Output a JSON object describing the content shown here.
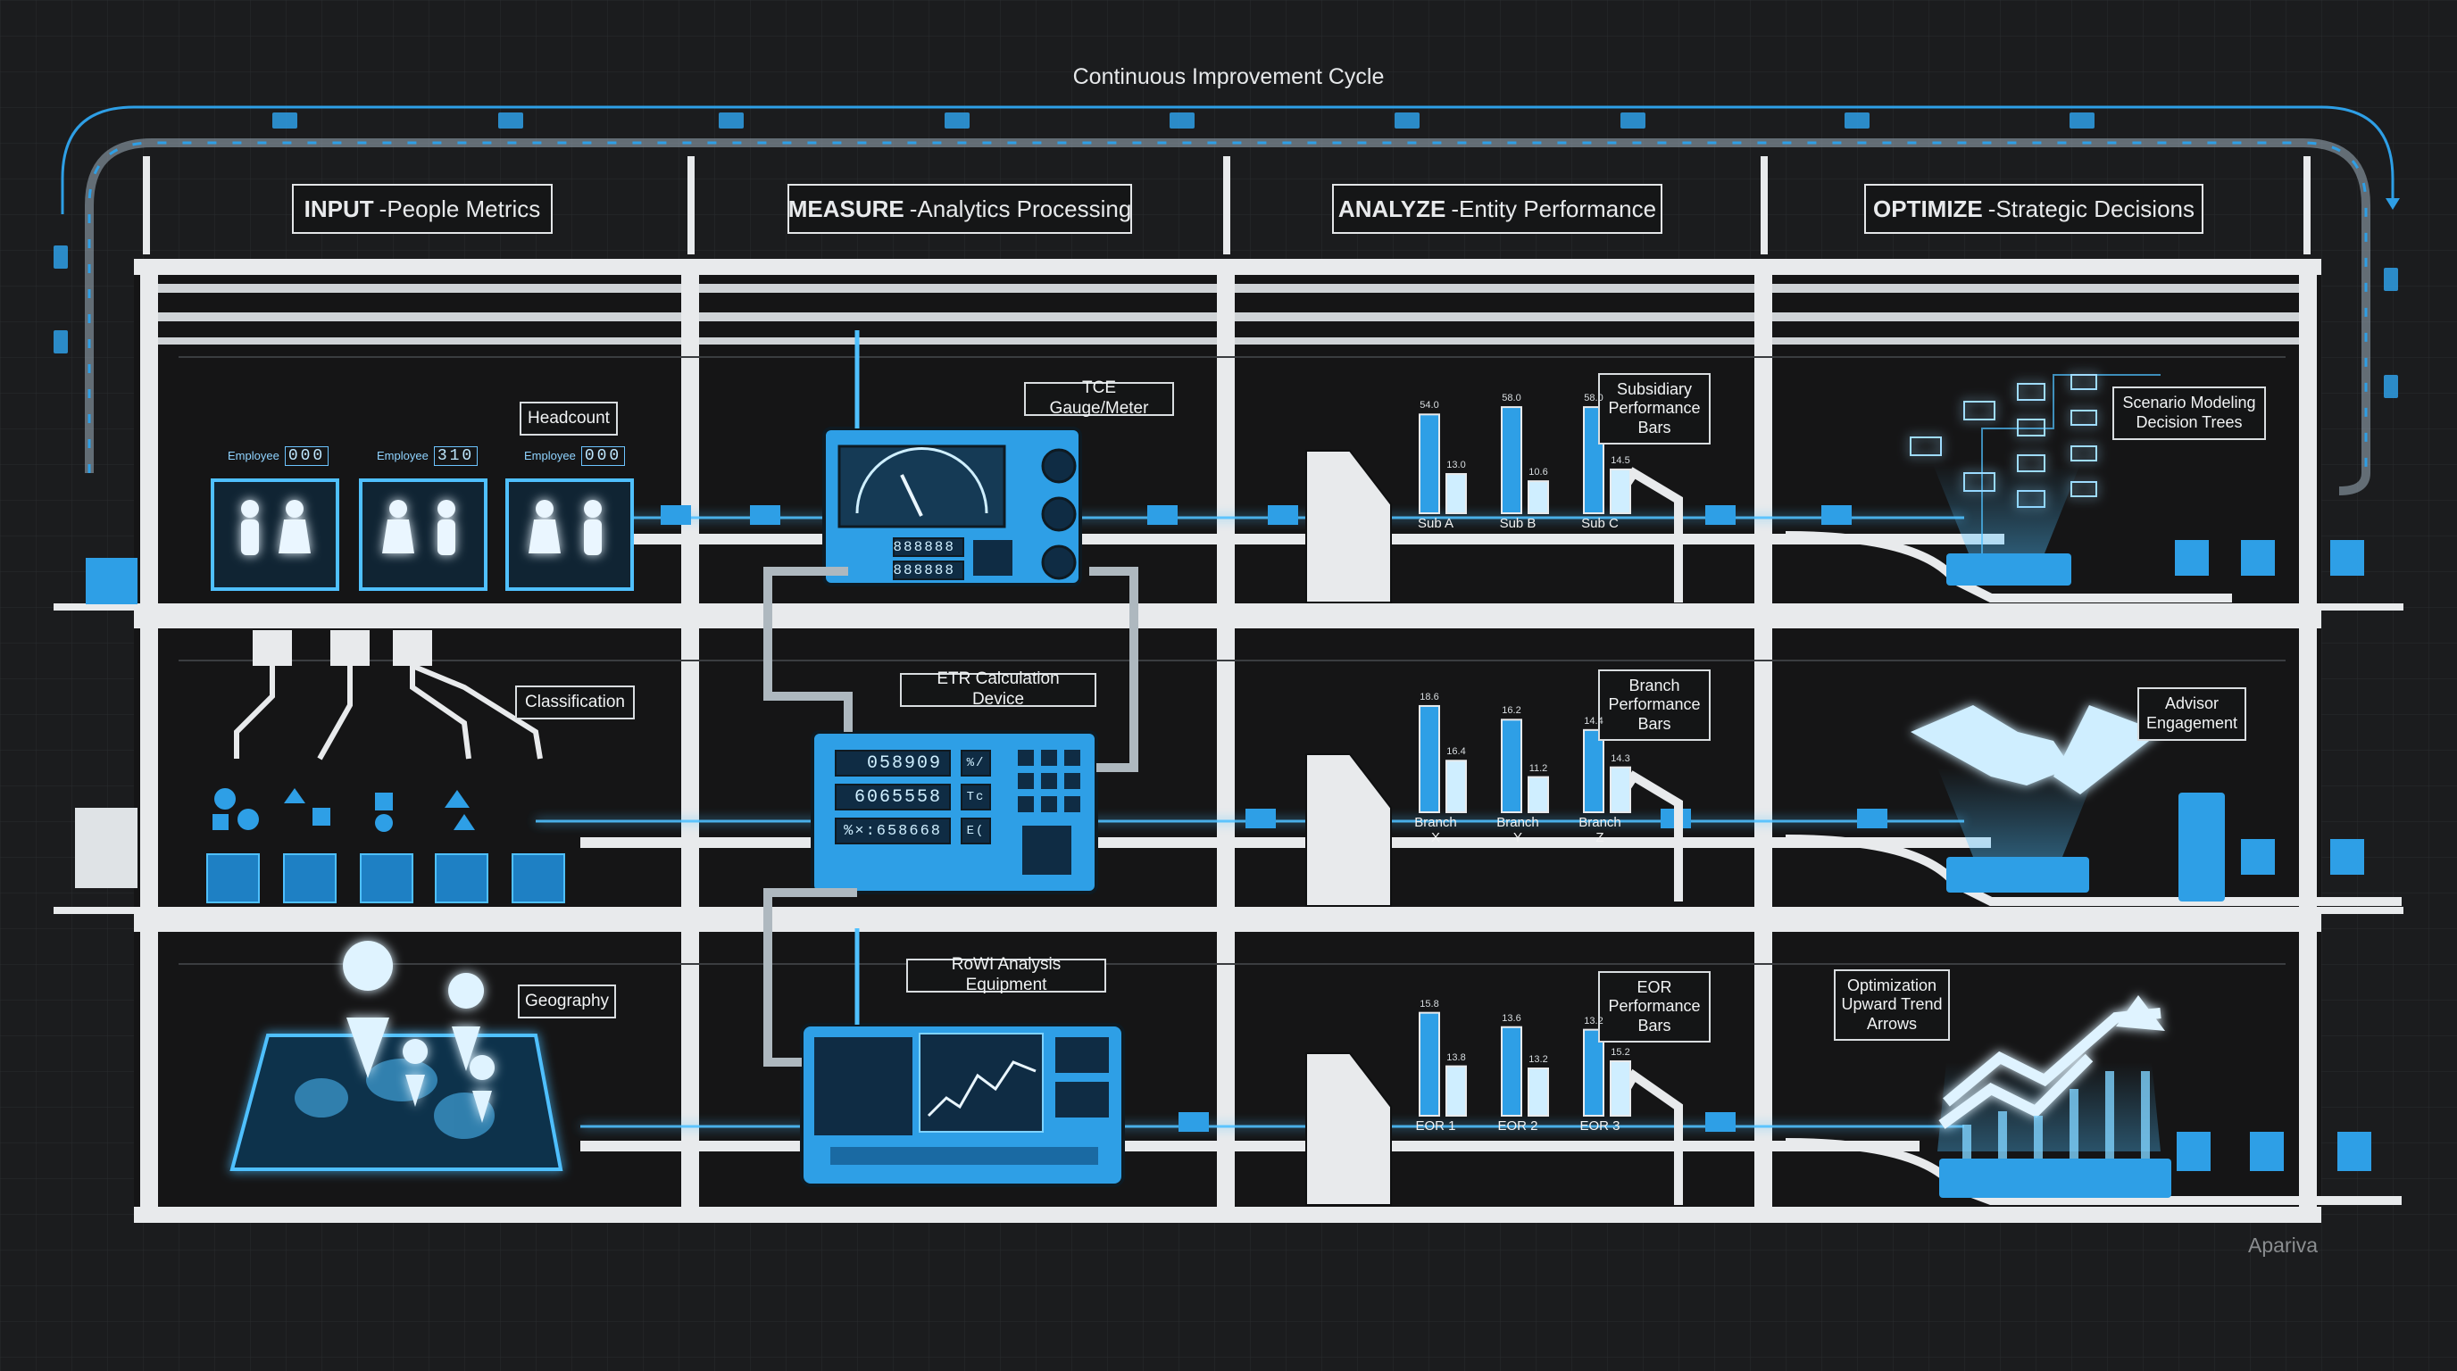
{
  "cycle_title": "Continuous Improvement Cycle",
  "brand": "Apariva",
  "stages": [
    {
      "key": "INPUT",
      "desc": "People Metrics"
    },
    {
      "key": "MEASURE",
      "desc": "Analytics Processing"
    },
    {
      "key": "ANALYZE",
      "desc": "Entity Performance"
    },
    {
      "key": "OPTIMIZE",
      "desc": "Strategic Decisions"
    }
  ],
  "input_labels": {
    "headcount": "Headcount",
    "classification": "Classification",
    "geography": "Geography"
  },
  "employee_counters": [
    {
      "label": "Employee",
      "value": "000"
    },
    {
      "label": "Employee",
      "value": "310"
    },
    {
      "label": "Employee",
      "value": "000"
    }
  ],
  "measure_labels": {
    "tce": "TCE Gauge/Meter",
    "etr": "ETR Calculation Device",
    "rowi": "RoWI Analysis Equipment"
  },
  "tce_displays": [
    "888888",
    "888888"
  ],
  "etr_displays": [
    "058909",
    "6065558",
    "%×:658668"
  ],
  "etr_keys": [
    "%/",
    "Tc",
    "E("
  ],
  "analyze_labels": {
    "subsidiary": [
      "Subsidiary",
      "Performance",
      "Bars"
    ],
    "branch": [
      "Branch",
      "Performance",
      "Bars"
    ],
    "eor": [
      "EOR",
      "Performance",
      "Bars"
    ]
  },
  "subsidiary_bars": {
    "categories": [
      "Sub A",
      "Sub B",
      "Sub C"
    ],
    "values_a": [
      "54.0",
      "58.0",
      "58.0"
    ],
    "values_b": [
      "13.0",
      "10.6",
      "14.5"
    ]
  },
  "branch_bars": {
    "categories": [
      "Branch X",
      "Branch Y",
      "Branch Z"
    ],
    "values_a": [
      "18.6",
      "16.2",
      "14.4"
    ],
    "values_b": [
      "16.4",
      "11.2",
      "14.3"
    ]
  },
  "eor_bars": {
    "categories": [
      "EOR 1",
      "EOR 2",
      "EOR 3"
    ],
    "values_a": [
      "15.8",
      "13.6",
      "13.2"
    ],
    "values_b": [
      "13.8",
      "13.2",
      "15.2"
    ]
  },
  "optimize_labels": {
    "scenario": [
      "Scenario Modeling",
      "Decision Trees"
    ],
    "advisor": [
      "Advisor",
      "Engagement"
    ],
    "optimization": [
      "Optimization",
      "Upward Trend",
      "Arrows"
    ]
  },
  "colors": {
    "accent": "#2e9fe6",
    "glow": "#4fc0ff",
    "frame": "#e8eaec",
    "bg": "#1b1c1e",
    "floor": "#141415"
  }
}
